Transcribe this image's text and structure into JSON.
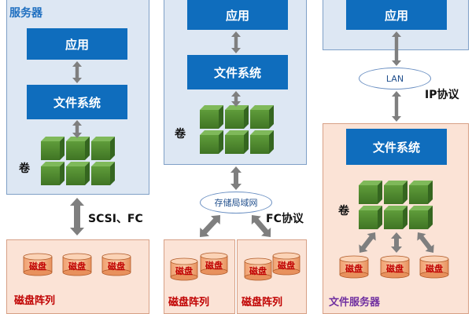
{
  "left": {
    "panel_title": "服务器",
    "app_label": "应用",
    "fs_label": "文件系统",
    "volume_label": "卷",
    "link_label": "SCSI、FC",
    "array_title": "磁盘阵列",
    "disk_label": "磁盘"
  },
  "middle": {
    "app_label": "应用",
    "fs_label": "文件系统",
    "volume_label": "卷",
    "san_label": "存储局域网",
    "protocol_label": "FC协议",
    "array_title_1": "磁盘阵列",
    "array_title_2": "磁盘阵列",
    "disk_label": "磁盘"
  },
  "right": {
    "app_label": "应用",
    "lan_label": "LAN",
    "protocol_label": "IP协议",
    "fs_label": "文件系统",
    "volume_label": "卷",
    "file_server_title": "文件服务器",
    "disk_label": "磁盘"
  },
  "colors": {
    "box_blue": "#0f6dbd",
    "panel_blue": "#dde7f3",
    "panel_pink": "#fbe3d6",
    "cube_green": "#4e8a2f",
    "arrow_gray": "#7f7f7f",
    "disk_orange": "#f4b183",
    "title_red": "#c00000",
    "title_purple": "#7030a0"
  }
}
